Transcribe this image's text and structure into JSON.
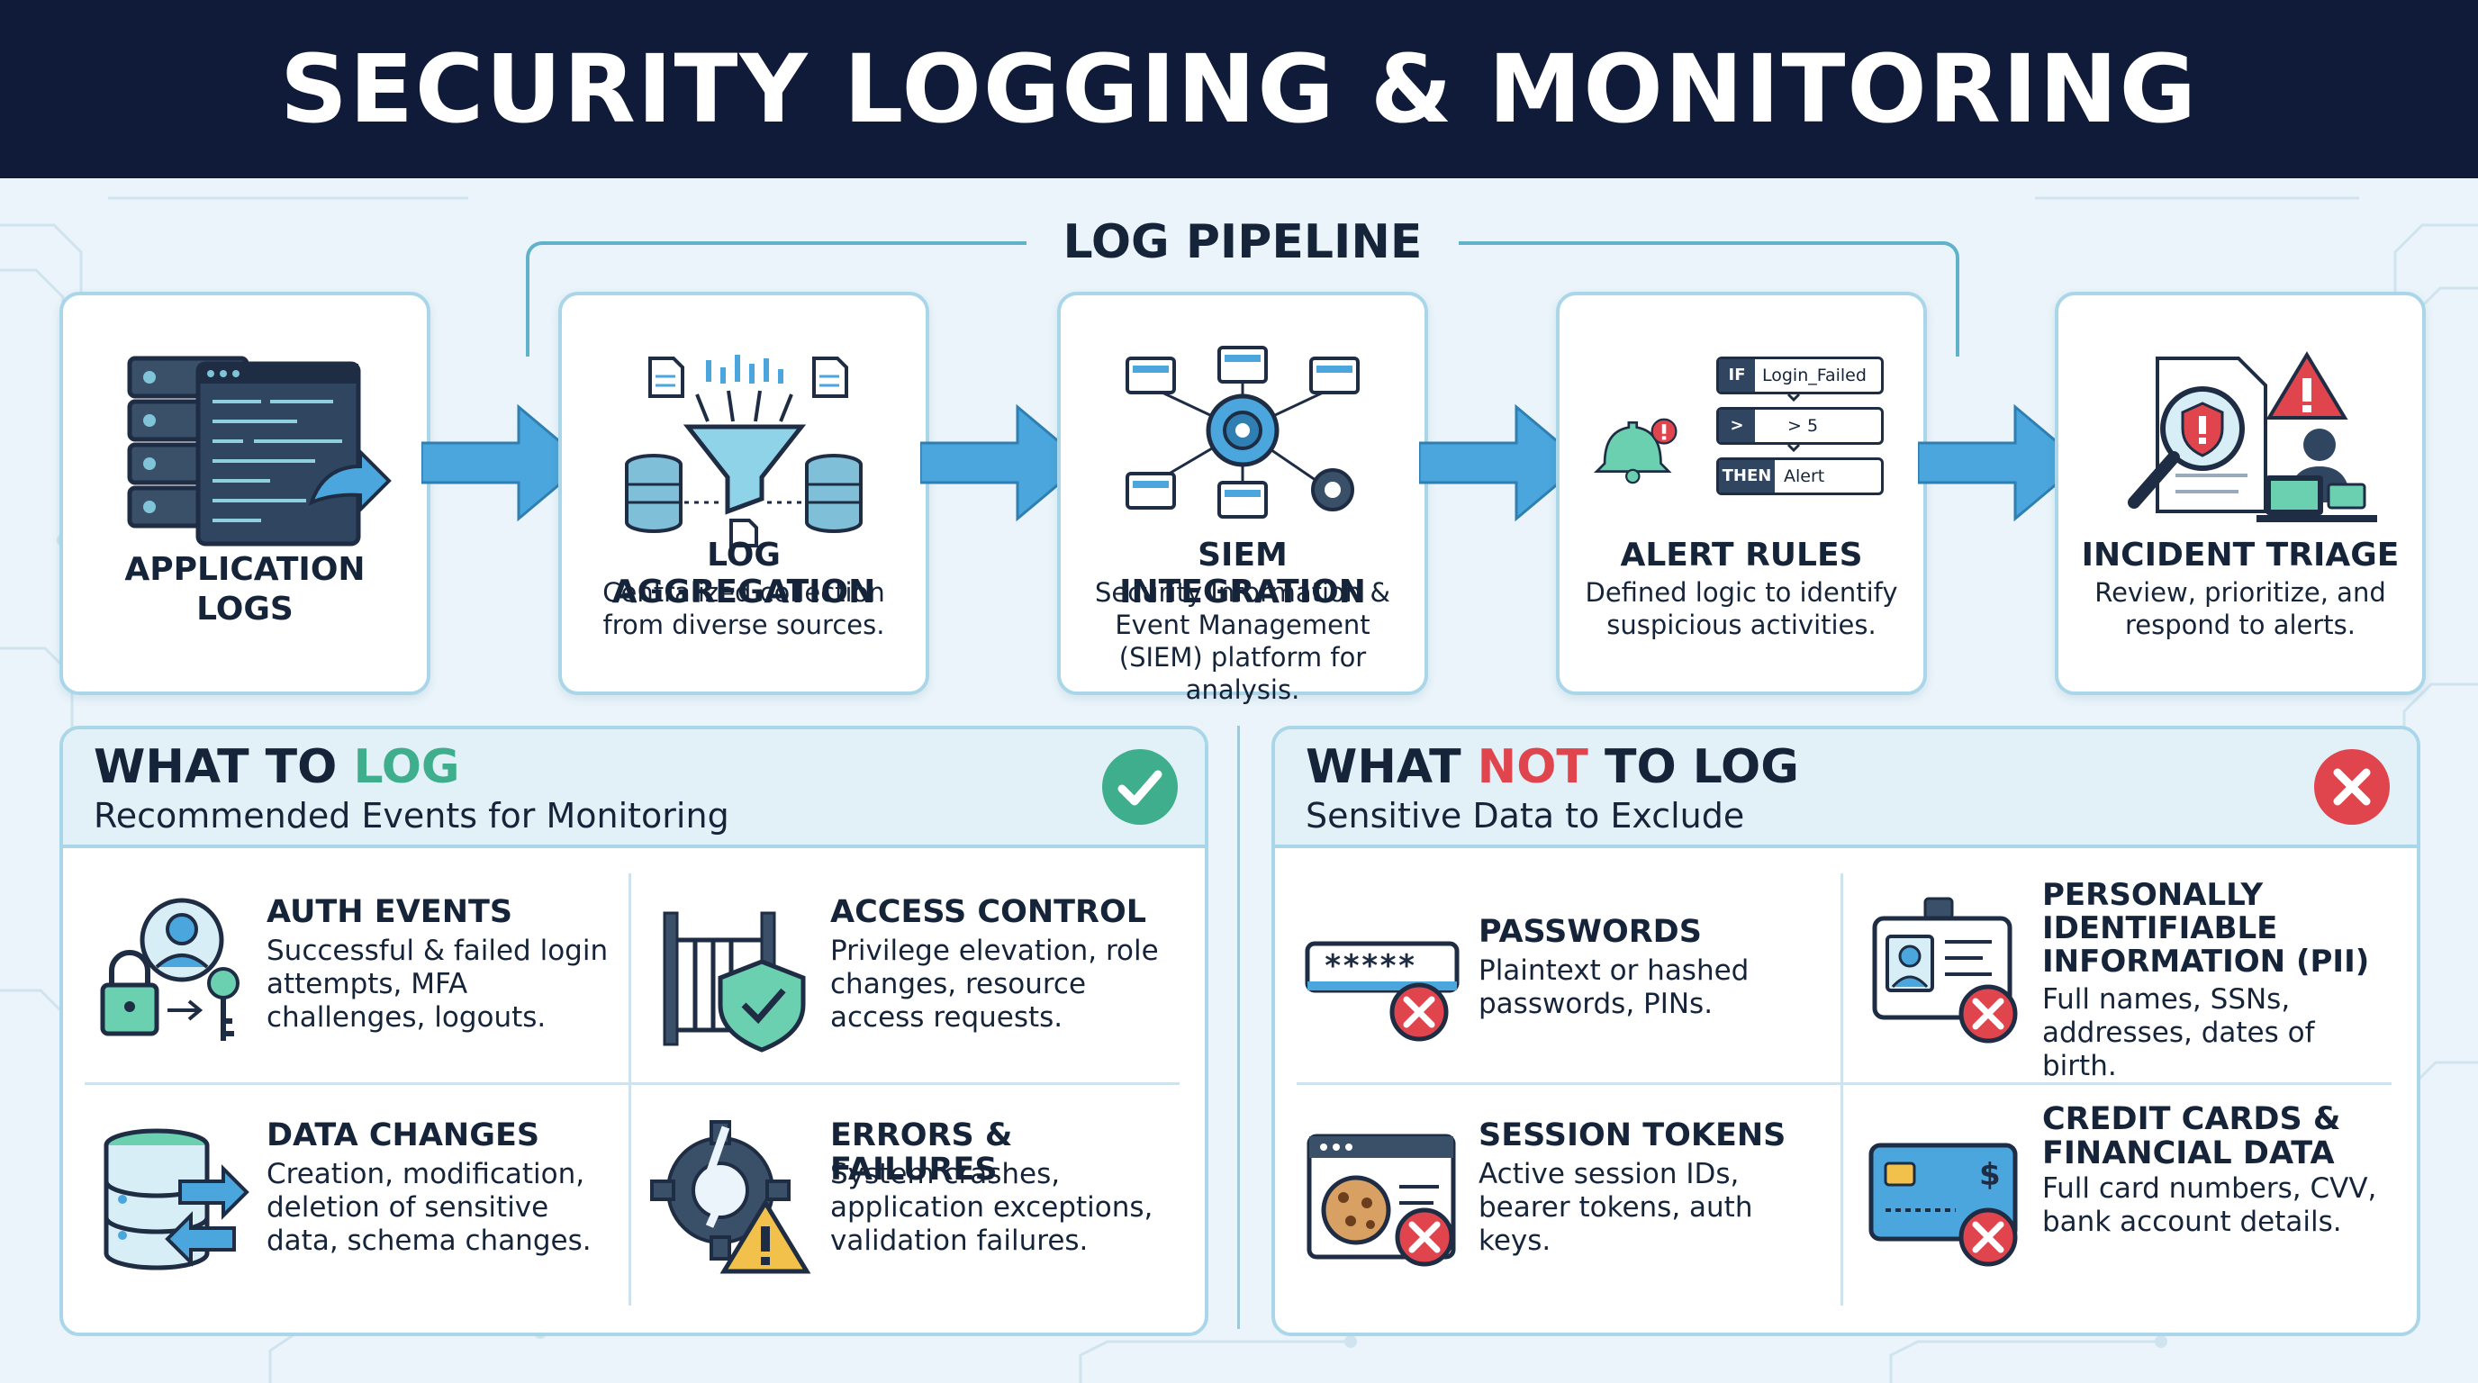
{
  "title": "SECURITY LOGGING & MONITORING",
  "pipeline": {
    "label": "LOG PIPELINE",
    "steps": [
      {
        "title_line1": "APPLICATION",
        "title_line2": "LOGS",
        "description": ""
      },
      {
        "title_line1": "LOG AGGREGATION",
        "title_line2": "",
        "description": "Centralized collection from diverse sources."
      },
      {
        "title_line1": "SIEM INTEGRATION",
        "title_line2": "",
        "description": "Security Information & Event Management (SIEM) platform for analysis."
      },
      {
        "title_line1": "ALERT RULES",
        "title_line2": "",
        "description": "Defined logic to identify suspicious activities."
      },
      {
        "title_line1": "INCIDENT TRIAGE",
        "title_line2": "",
        "description": "Review, prioritize, and respond to alerts."
      }
    ],
    "alert_rule_rows": {
      "if_label": "IF",
      "if_value": "Login_Failed",
      "op_label": ">",
      "op_value": "> 5",
      "then_label": "THEN",
      "then_value": "Alert"
    },
    "password_mask": "*****"
  },
  "what_to_log": {
    "title_prefix": "WHAT TO ",
    "title_highlight": "LOG",
    "subtitle": "Recommended Events for Monitoring",
    "items": [
      {
        "title": "AUTH EVENTS",
        "description": "Successful & failed login attempts, MFA challenges, logouts."
      },
      {
        "title": "ACCESS CONTROL",
        "description": "Privilege elevation, role changes, resource access requests."
      },
      {
        "title": "DATA CHANGES",
        "description": "Creation, modification, deletion of sensitive data, schema changes."
      },
      {
        "title": "ERRORS & FAILURES",
        "description": "System crashes, application exceptions, validation failures."
      }
    ]
  },
  "what_not_to_log": {
    "title_prefix": "WHAT ",
    "title_highlight": "NOT",
    "title_suffix": " TO LOG",
    "subtitle": "Sensitive Data to Exclude",
    "items": [
      {
        "title": "PASSWORDS",
        "description": "Plaintext or hashed passwords, PINs."
      },
      {
        "title": "PERSONALLY IDENTIFIABLE INFORMATION (PII)",
        "description": "Full names, SSNs, addresses, dates of birth."
      },
      {
        "title": "SESSION TOKENS",
        "description": "Active session IDs, bearer tokens, auth keys."
      },
      {
        "title": "CREDIT CARDS & FINANCIAL DATA",
        "description": "Full card numbers, CVV, bank account details."
      }
    ]
  },
  "colors": {
    "header_bg": "#0f1b38",
    "accent_teal": "#3fae8c",
    "accent_red": "#e0454e",
    "arrow_blue": "#4aa6dc",
    "border_blue": "#a9d6e8"
  }
}
